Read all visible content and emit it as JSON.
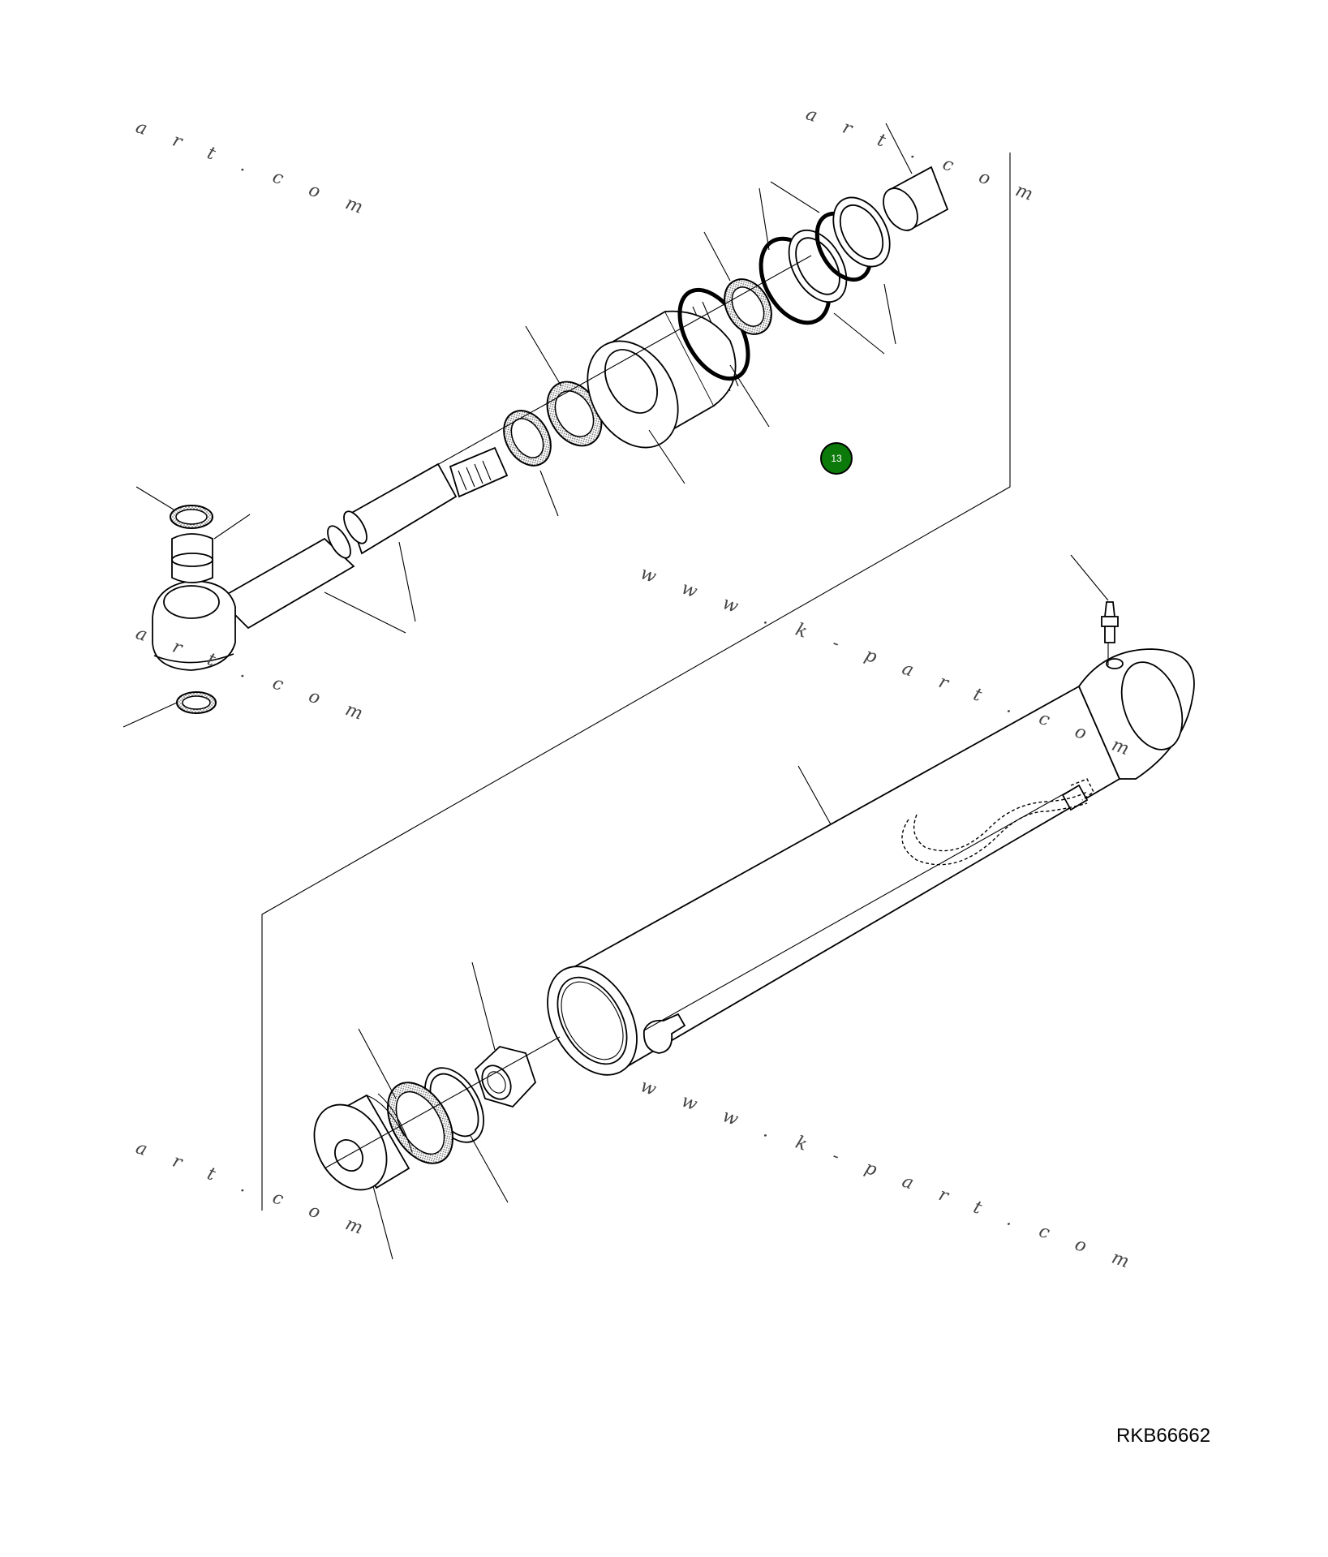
{
  "drawing": {
    "code": "RKB66662",
    "callouts": [
      {
        "label": "13",
        "color": "#0b7a0b"
      }
    ]
  },
  "watermarks": {
    "short": "a r t . c o m",
    "long": "w w w . k - p a r t . c o m"
  }
}
